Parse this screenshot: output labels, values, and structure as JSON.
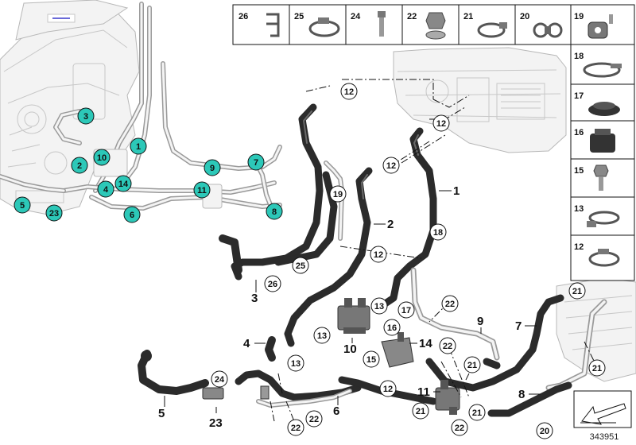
{
  "engine_callouts": [
    {
      "id": "c3",
      "label": "3"
    },
    {
      "id": "c1",
      "label": "1"
    },
    {
      "id": "c2",
      "label": "2"
    },
    {
      "id": "c10",
      "label": "10"
    },
    {
      "id": "c4",
      "label": "4"
    },
    {
      "id": "c14",
      "label": "14"
    },
    {
      "id": "c9",
      "label": "9"
    },
    {
      "id": "c7",
      "label": "7"
    },
    {
      "id": "c11",
      "label": "11"
    },
    {
      "id": "c5",
      "label": "5"
    },
    {
      "id": "c23",
      "label": "23"
    },
    {
      "id": "c6",
      "label": "6"
    },
    {
      "id": "c8",
      "label": "8"
    }
  ],
  "part_labels": [
    {
      "id": "p1",
      "label": "1"
    },
    {
      "id": "p2",
      "label": "2"
    },
    {
      "id": "p3",
      "label": "3"
    },
    {
      "id": "p4",
      "label": "4"
    },
    {
      "id": "p5",
      "label": "5"
    },
    {
      "id": "p6",
      "label": "6"
    },
    {
      "id": "p7",
      "label": "7"
    },
    {
      "id": "p8",
      "label": "8"
    },
    {
      "id": "p9",
      "label": "9"
    },
    {
      "id": "p10",
      "label": "10"
    },
    {
      "id": "p11",
      "label": "11"
    },
    {
      "id": "p14",
      "label": "14"
    },
    {
      "id": "p23",
      "label": "23"
    }
  ],
  "circled_refs": [
    {
      "id": "r12a",
      "label": "12"
    },
    {
      "id": "r12b",
      "label": "12"
    },
    {
      "id": "r12c",
      "label": "12"
    },
    {
      "id": "r12d",
      "label": "12"
    },
    {
      "id": "r12e",
      "label": "12"
    },
    {
      "id": "r19",
      "label": "19"
    },
    {
      "id": "r18",
      "label": "18"
    },
    {
      "id": "r25",
      "label": "25"
    },
    {
      "id": "r26",
      "label": "26"
    },
    {
      "id": "r13a",
      "label": "13"
    },
    {
      "id": "r13b",
      "label": "13"
    },
    {
      "id": "r13c",
      "label": "13"
    },
    {
      "id": "r17",
      "label": "17"
    },
    {
      "id": "r16",
      "label": "16"
    },
    {
      "id": "r15",
      "label": "15"
    },
    {
      "id": "r22a",
      "label": "22"
    },
    {
      "id": "r22b",
      "label": "22"
    },
    {
      "id": "r22c",
      "label": "22"
    },
    {
      "id": "r22d",
      "label": "22"
    },
    {
      "id": "r22e",
      "label": "22"
    },
    {
      "id": "r21a",
      "label": "21"
    },
    {
      "id": "r21b",
      "label": "21"
    },
    {
      "id": "r21c",
      "label": "21"
    },
    {
      "id": "r21d",
      "label": "21"
    },
    {
      "id": "r21e",
      "label": "21"
    },
    {
      "id": "r24",
      "label": "24"
    },
    {
      "id": "r20",
      "label": "20"
    }
  ],
  "parts_table_top": [
    {
      "id": "t26",
      "label": "26"
    },
    {
      "id": "t25",
      "label": "25"
    },
    {
      "id": "t24",
      "label": "24"
    },
    {
      "id": "t22",
      "label": "22"
    },
    {
      "id": "t21",
      "label": "21"
    },
    {
      "id": "t20",
      "label": "20"
    }
  ],
  "parts_table_side": [
    {
      "id": "t19",
      "label": "19"
    },
    {
      "id": "t18",
      "label": "18"
    },
    {
      "id": "t17",
      "label": "17"
    },
    {
      "id": "t16",
      "label": "16"
    },
    {
      "id": "t15",
      "label": "15"
    },
    {
      "id": "t13",
      "label": "13"
    },
    {
      "id": "t12",
      "label": "12"
    }
  ],
  "diagram_id": "343951",
  "colors": {
    "callout_fill": "#2cc8b8",
    "hose": "#2b2b2b",
    "pipe": "#9a9a9a",
    "sketch": "#b8b8b8"
  },
  "icons": [
    "bracket-icon",
    "hose-clamp-icon",
    "screw-icon",
    "nut-icon",
    "clip-icon",
    "double-clip-icon",
    "rubber-grommet-icon",
    "rubber-plug-icon",
    "bolt-icon",
    "spring-clamp-icon",
    "ear-clamp-icon",
    "direction-arrow-icon"
  ]
}
